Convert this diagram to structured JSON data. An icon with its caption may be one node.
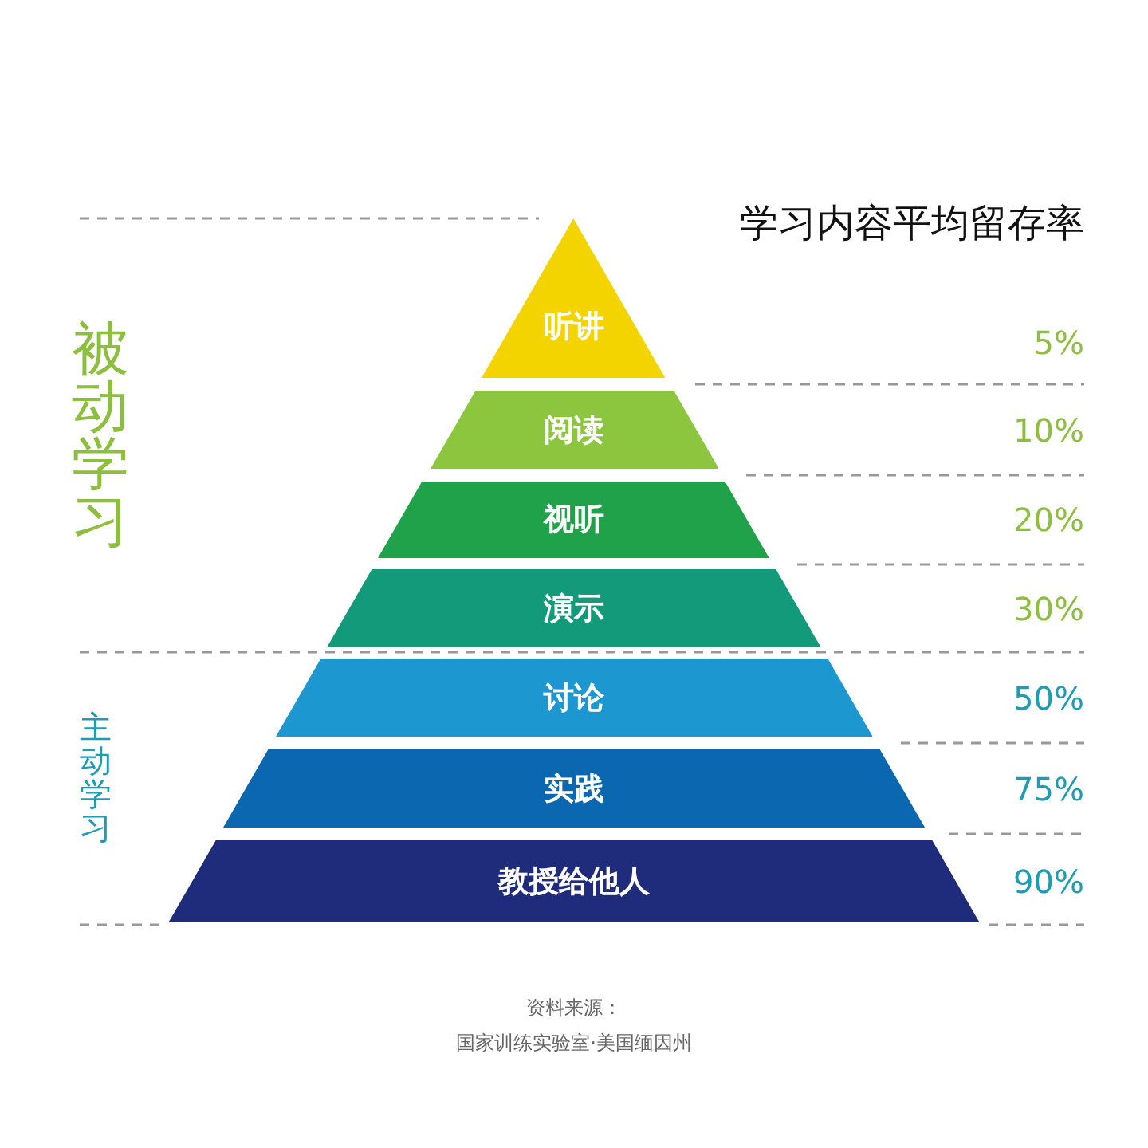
{
  "diagram": {
    "title": "学习内容平均留存率",
    "nodes": [
      {
        "text": [
          "听讲"
        ]
      },
      {
        "text": [
          "阅读"
        ]
      },
      {
        "text": [
          "视听"
        ]
      },
      {
        "text": [
          "演示"
        ]
      },
      {
        "text": [
          "讨论"
        ]
      },
      {
        "text": [
          "实践"
        ]
      },
      {
        "text": [
          "教授给他人"
        ]
      }
    ],
    "labels": [
      "被动学习",
      "5%",
      "10%",
      "20%",
      "30%",
      "主动学习",
      "50%",
      "75%",
      "90%",
      "资料来源：",
      "国家训练实验室·美国缅因州"
    ]
  }
}
